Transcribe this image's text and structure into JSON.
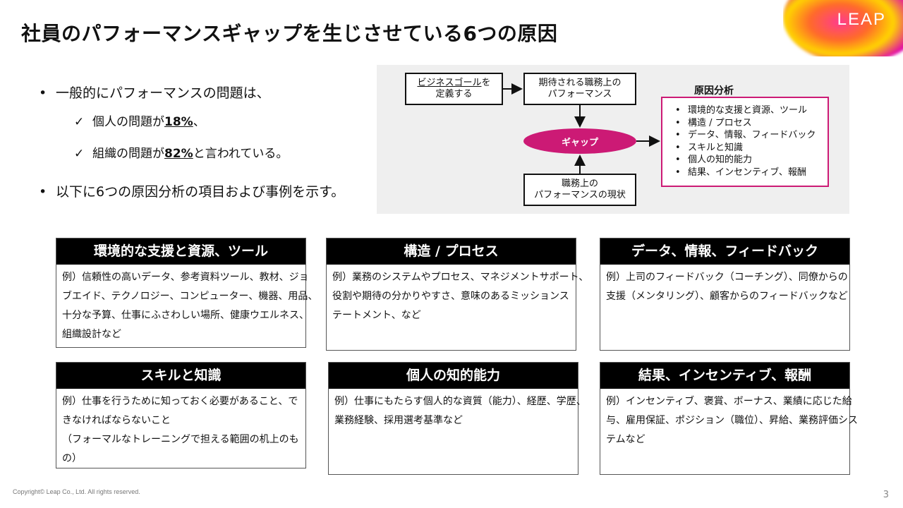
{
  "title": "社員のパフォーマンスギャップを生じさせている6つの原因",
  "logo": "LEAP",
  "bullets": {
    "b1": "一般的にパフォーマンスの問題は、",
    "s1_pre": "個人の問題が",
    "s1_val": "18%",
    "s1_post": "、",
    "s2_pre": "組織の問題が",
    "s2_val": "82%",
    "s2_post": "と言われている。",
    "b2": "以下に6つの原因分析の項目および事例を示す。",
    "bullet_glyph": "•",
    "check_glyph": "✓"
  },
  "diagram": {
    "goal_line1_ul": "ビジネスゴール",
    "goal_line1_rest": "を",
    "goal_line2": "定義する",
    "expected_line1": "期待される職務上の",
    "expected_line2": "パフォーマンス",
    "gap": "ギャップ",
    "current_line1": "職務上の",
    "current_line2": "パフォーマンスの現状",
    "analysis_title": "原因分析",
    "analysis_items": [
      "環境的な支援と資源、ツール",
      "構造 / プロセス",
      "データ、情報、フィードバック",
      "スキルと知識",
      "個人の知的能力",
      "結果、インセンティブ、報酬"
    ]
  },
  "cards": [
    {
      "title": "環境的な支援と資源、ツール",
      "lines": [
        "例）信頼性の高いデータ、参考資料ツール、教材、ジョ",
        "ブエイド、テクノロジー、コンピューター、機器、用品、",
        "十分な予算、仕事にふさわしい場所、健康ウエルネス、",
        "組織設計など"
      ]
    },
    {
      "title": "構造 / プロセス",
      "lines": [
        "例）業務のシステムやプロセス、マネジメントサポート、",
        "役割や期待の分かりやすさ、意味のあるミッションス",
        "テートメント、など"
      ]
    },
    {
      "title": "データ、情報、フィードバック",
      "lines": [
        "例）上司のフィードバック（コーチング）、同僚からの",
        "支援（メンタリング）、顧客からのフィードバックなど"
      ]
    },
    {
      "title": "スキルと知識",
      "lines": [
        "例）仕事を行うために知っておく必要があること、で",
        "きなければならないこと",
        "（フォーマルなトレーニングで担える範囲の机上のも",
        "の）"
      ]
    },
    {
      "title": "個人の知的能力",
      "lines": [
        "例）仕事にもたらす個人的な資質（能力）、経歴、学歴、",
        "業務経験、採用選考基準など"
      ]
    },
    {
      "title": "結果、インセンティブ、報酬",
      "lines": [
        "例）インセンティブ、褒賞、ボーナス、業績に応じた給",
        "与、雇用保証、ポジション（職位）、昇給、業務評価シス",
        "テムなど"
      ]
    }
  ],
  "footer": {
    "copyright": "Copyright© Leap Co., Ltd.  All rights reserved.",
    "page": "3"
  },
  "colors": {
    "accent": "#cc1a75",
    "panel_bg": "#efefef",
    "card_header": "#000000"
  }
}
